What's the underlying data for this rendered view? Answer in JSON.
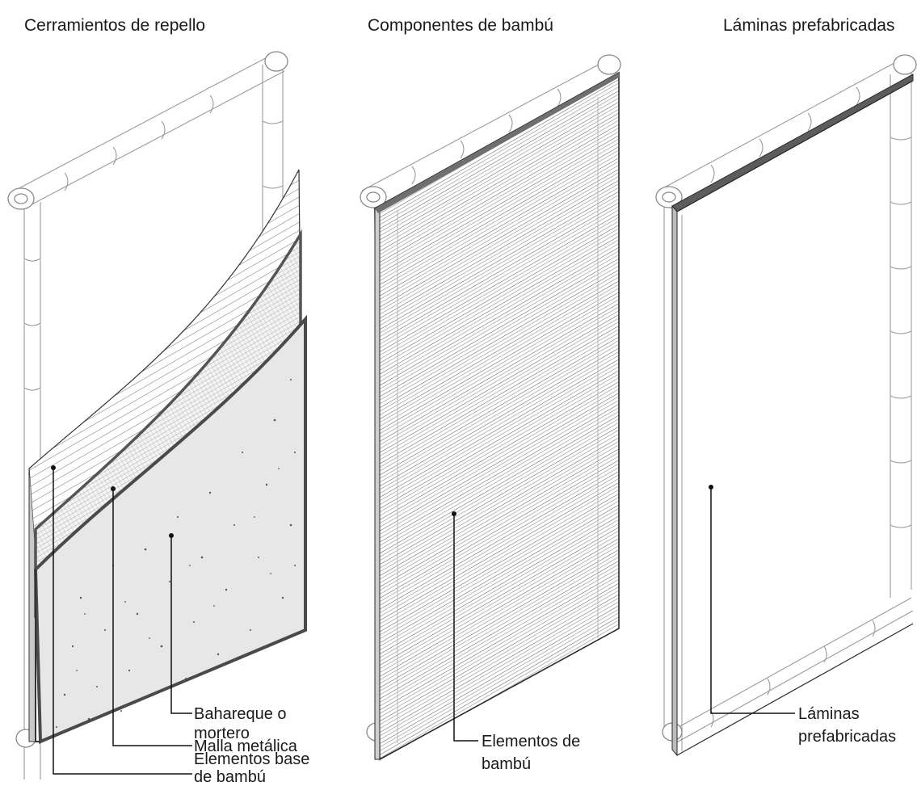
{
  "panels": [
    {
      "heading": "Cerramientos de repello",
      "labels": [
        {
          "lines": [
            "Bahareque o",
            "mortero"
          ]
        },
        {
          "lines": [
            "Malla metálica"
          ]
        },
        {
          "lines": [
            "Elementos base",
            "de bambú"
          ]
        }
      ]
    },
    {
      "heading": "Componentes de bambú",
      "labels": [
        {
          "lines": [
            "Elementos de",
            "bambú"
          ]
        }
      ]
    },
    {
      "heading": "Láminas prefabricadas",
      "labels": [
        {
          "lines": [
            "Láminas",
            "prefabricadas"
          ]
        }
      ]
    }
  ],
  "colors": {
    "line": "#1a1a1a",
    "tube": "#9a9a9a",
    "background": "#ffffff"
  }
}
